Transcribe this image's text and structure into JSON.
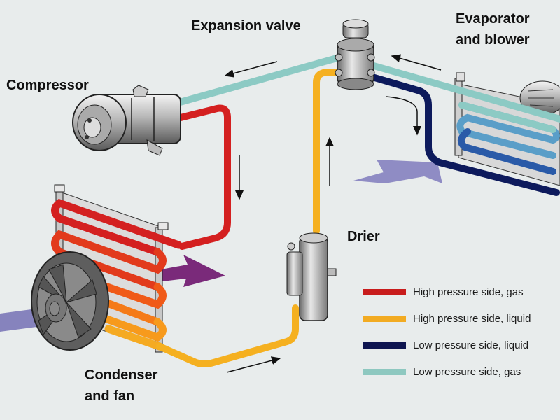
{
  "diagram": {
    "title": "Automotive air conditioning refrigerant circuit",
    "components": {
      "compressor": "Compressor",
      "expansion_valve": "Expansion valve",
      "evaporator_line1": "Evaporator",
      "evaporator_line2": "and blower",
      "drier": "Drier",
      "condenser_line1": "Condenser",
      "condenser_line2": "and fan"
    },
    "colors": {
      "high_pressure_gas": "#d42020",
      "high_pressure_liquid": "#f5b020",
      "low_pressure_liquid": "#0d1a5c",
      "low_pressure_gas": "#8ccac4",
      "airflow_cool": "#7b78b8",
      "airflow_hot": "#7a2a7a",
      "background": "#e8ecec"
    },
    "legend": [
      {
        "key": "high_pressure_gas",
        "label": "High pressure side, gas",
        "color": "#c81c1c"
      },
      {
        "key": "high_pressure_liquid",
        "label": "High pressure side, liquid",
        "color": "#f2ab22"
      },
      {
        "key": "low_pressure_liquid",
        "label": "Low pressure side, liquid",
        "color": "#0e1550"
      },
      {
        "key": "low_pressure_gas",
        "label": "Low pressure side, gas",
        "color": "#8ec8c0"
      }
    ]
  }
}
